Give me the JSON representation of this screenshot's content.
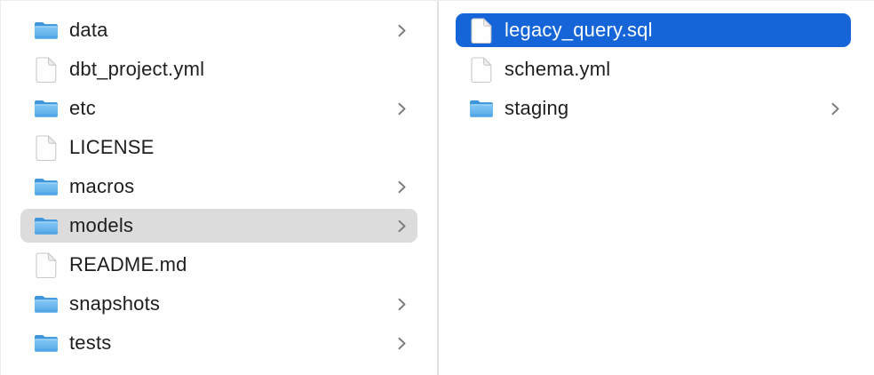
{
  "colors": {
    "selection_blue": "#1565D9",
    "selection_gray": "#DCDCDC",
    "divider": "#E2E2E2",
    "text": "#1E1E1E",
    "selected_text": "#FFFFFF",
    "chevron": "#7C7C7C",
    "folder_back": "#3D96DC",
    "folder_front_top": "#85C8F4",
    "folder_front_bottom": "#55A9E8",
    "document_outline": "#C9C9C9"
  },
  "columns": [
    {
      "name": "left",
      "items": [
        {
          "label": "data",
          "type": "folder",
          "chevron": true,
          "selected": false,
          "selection_style": null
        },
        {
          "label": "dbt_project.yml",
          "type": "file",
          "chevron": false,
          "selected": false,
          "selection_style": null
        },
        {
          "label": "etc",
          "type": "folder",
          "chevron": true,
          "selected": false,
          "selection_style": null
        },
        {
          "label": "LICENSE",
          "type": "file",
          "chevron": false,
          "selected": false,
          "selection_style": null
        },
        {
          "label": "macros",
          "type": "folder",
          "chevron": true,
          "selected": false,
          "selection_style": null
        },
        {
          "label": "models",
          "type": "folder",
          "chevron": true,
          "selected": true,
          "selection_style": "inactive"
        },
        {
          "label": "README.md",
          "type": "file",
          "chevron": false,
          "selected": false,
          "selection_style": null
        },
        {
          "label": "snapshots",
          "type": "folder",
          "chevron": true,
          "selected": false,
          "selection_style": null
        },
        {
          "label": "tests",
          "type": "folder",
          "chevron": true,
          "selected": false,
          "selection_style": null
        }
      ]
    },
    {
      "name": "right",
      "items": [
        {
          "label": "legacy_query.sql",
          "type": "file",
          "chevron": false,
          "selected": true,
          "selection_style": "active"
        },
        {
          "label": "schema.yml",
          "type": "file",
          "chevron": false,
          "selected": false,
          "selection_style": null
        },
        {
          "label": "staging",
          "type": "folder",
          "chevron": true,
          "selected": false,
          "selection_style": null
        }
      ]
    }
  ]
}
